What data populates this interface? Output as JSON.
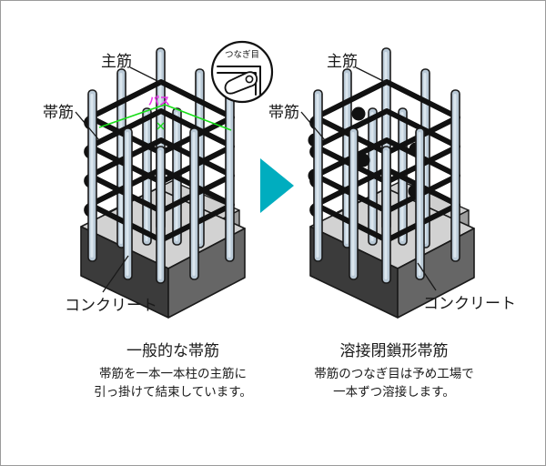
{
  "figure": {
    "title_alt": "鉄筋コンクリート柱の帯筋比較図",
    "background_color": "#ffffff",
    "border_color": "#9a9a9a"
  },
  "colors": {
    "rebar": "#b9c9d6",
    "hoop": "#111111",
    "concrete_top": "#d2d2d2",
    "concrete_front": "#3b3b3b",
    "concrete_side": "#666666",
    "arrow": "#00adbf",
    "annotation_pink": "#e832e8",
    "annotation_green": "#18dd18",
    "text": "#1a1a1a"
  },
  "left_panel": {
    "labels": {
      "main_bar": "主筋",
      "hoop": "帯筋",
      "concrete": "コンクリート"
    },
    "caption_title": "一般的な帯筋",
    "caption_line1": "帯筋を一本一本柱の主筋に",
    "caption_line2": "引っ掛けて結束しています。"
  },
  "right_panel": {
    "labels": {
      "main_bar": "主筋",
      "hoop": "帯筋",
      "concrete": "コンクリート"
    },
    "caption_title": "溶接閉鎖形帯筋",
    "caption_line1": "帯筋のつなぎ目は予め工場で",
    "caption_line2": "一本ずつ溶接します。"
  },
  "inset": {
    "label": "つなぎ目"
  },
  "annotation": {
    "path_label": "パス",
    "marker": "×"
  },
  "arrow": {
    "direction": "right",
    "glyph": "▶"
  }
}
